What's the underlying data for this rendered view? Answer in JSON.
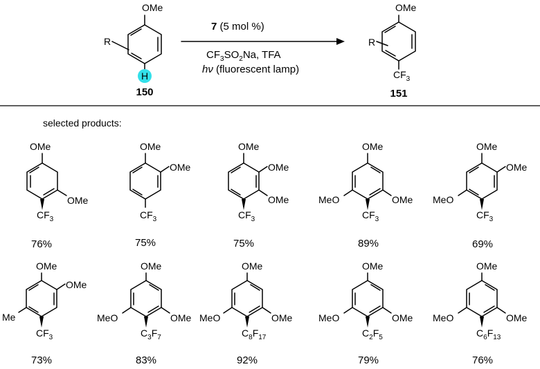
{
  "scheme": {
    "reactant": {
      "id": "150",
      "substituent": "R",
      "top_group": "OMe",
      "highlighted_atom": "H",
      "highlight_color": "#33e0ea"
    },
    "product": {
      "id": "151",
      "substituent": "R",
      "top_group": "OMe",
      "bottom_group": "CF3"
    },
    "conditions": {
      "catalyst_ref": "7",
      "catalyst_loading": "(5 mol %)",
      "reagents": "CF3SO2Na, TFA",
      "light_symbol": "hν",
      "light_source": "(fluorescent lamp)"
    }
  },
  "section_label": "selected products:",
  "products": [
    {
      "yield": "76%",
      "substituents": [
        "OMe",
        "OMe",
        "CF3"
      ]
    },
    {
      "yield": "75%",
      "substituents": [
        "OMe",
        "OMe",
        "CF3"
      ]
    },
    {
      "yield": "75%",
      "substituents": [
        "OMe",
        "OMe",
        "OMe",
        "CF3"
      ]
    },
    {
      "yield": "89%",
      "substituents": [
        "OMe",
        "MeO",
        "OMe",
        "CF3"
      ]
    },
    {
      "yield": "69%",
      "substituents": [
        "OMe",
        "OMe",
        "MeO",
        "CF3"
      ]
    },
    {
      "yield": "73%",
      "substituents": [
        "OMe",
        "OMe",
        "Me",
        "CF3"
      ]
    },
    {
      "yield": "83%",
      "substituents": [
        "OMe",
        "MeO",
        "OMe",
        "C3F7"
      ]
    },
    {
      "yield": "92%",
      "substituents": [
        "OMe",
        "MeO",
        "OMe",
        "C8F17"
      ]
    },
    {
      "yield": "79%",
      "substituents": [
        "OMe",
        "MeO",
        "OMe",
        "C2F5"
      ]
    },
    {
      "yield": "76%",
      "substituents": [
        "OMe",
        "MeO",
        "OMe",
        "C6F13"
      ]
    }
  ]
}
